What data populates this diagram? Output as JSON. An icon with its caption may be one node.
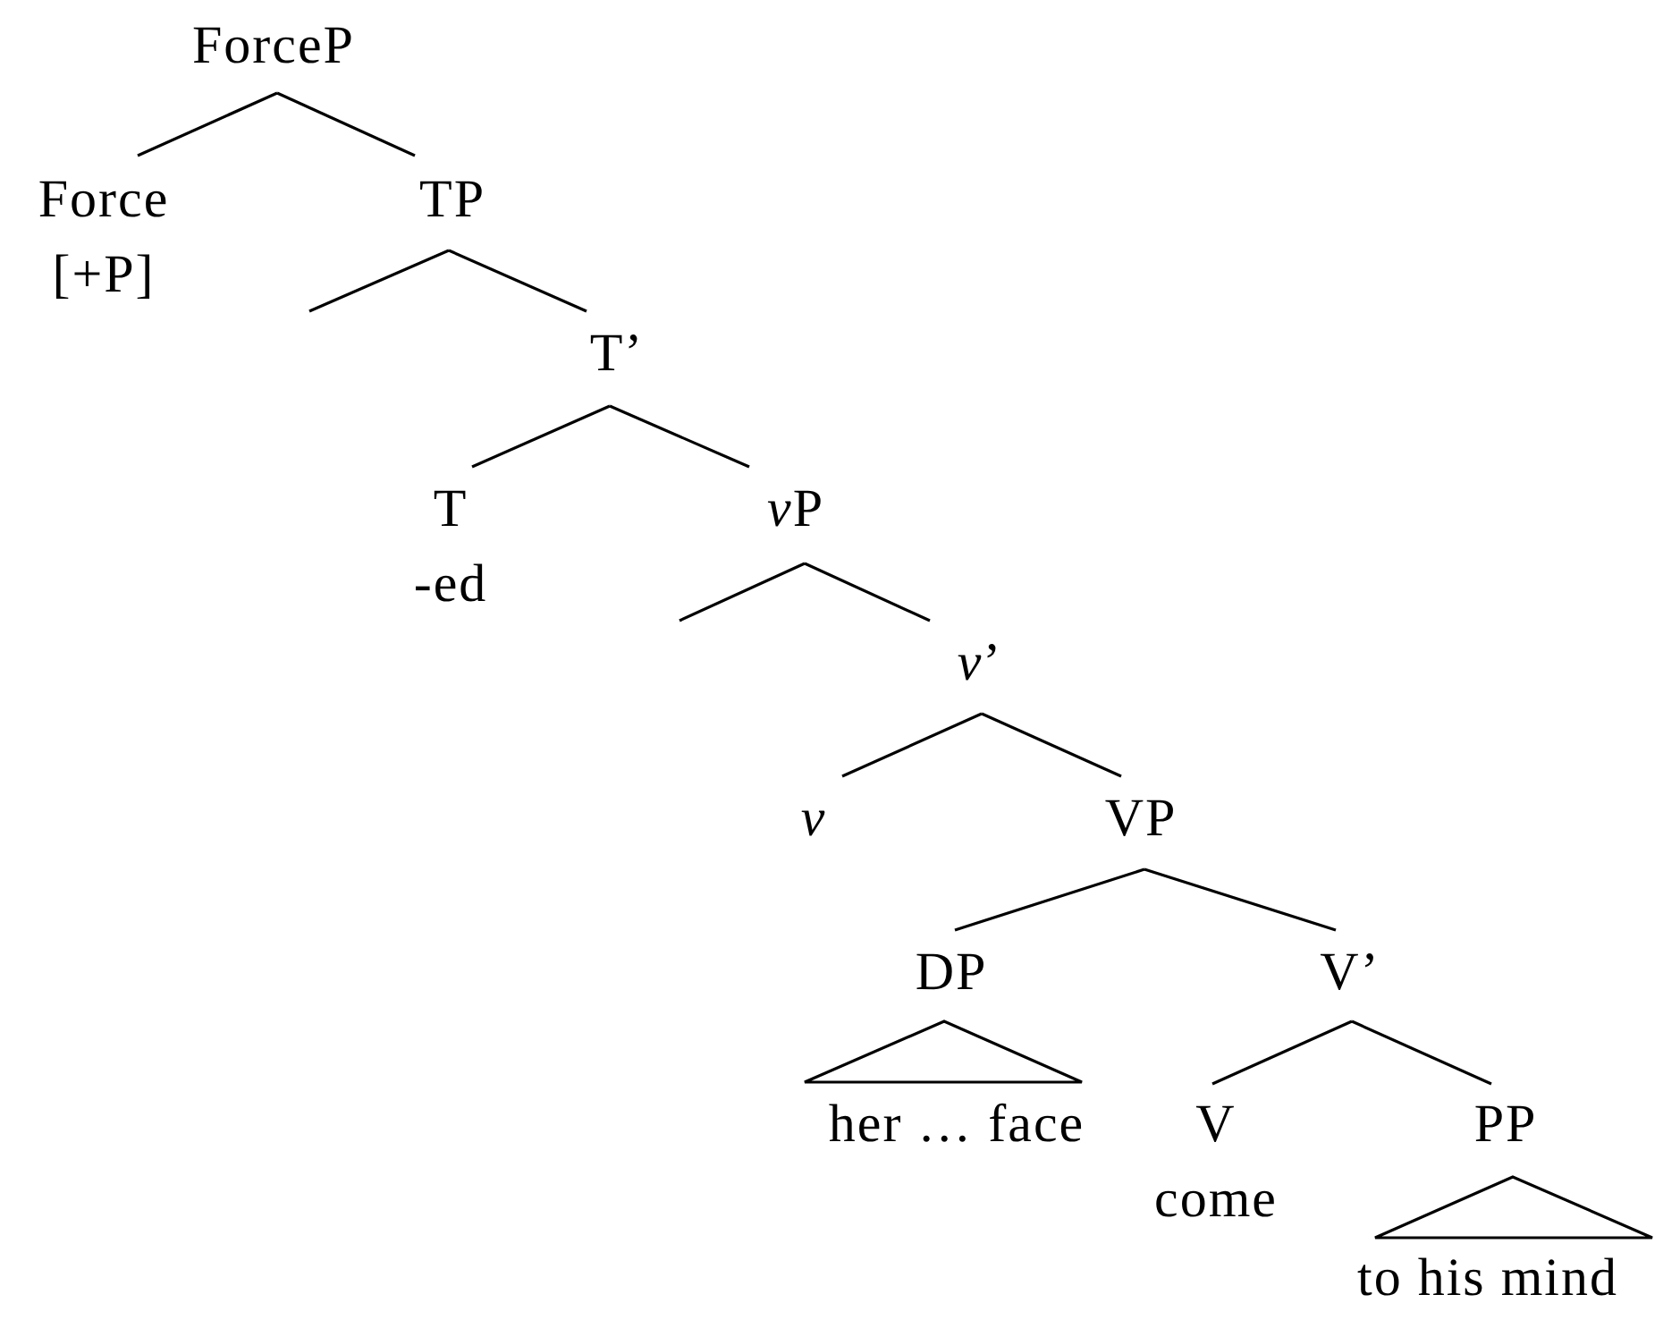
{
  "diagram": {
    "nodes": [
      {
        "text": [
          "ForceP"
        ]
      },
      {
        "text": [
          "Force",
          "[+P]"
        ]
      },
      {
        "text": [
          "TP"
        ]
      },
      {
        "text": [
          "T’"
        ]
      },
      {
        "text": [
          "T",
          "-ed"
        ]
      },
      {
        "text": [
          "vP"
        ]
      },
      {
        "text": [
          "v’"
        ]
      },
      {
        "text": [
          "v"
        ]
      },
      {
        "text": [
          "VP"
        ]
      },
      {
        "text": [
          "DP"
        ]
      },
      {
        "text": [
          "V’"
        ]
      },
      {
        "text": [
          "her … face"
        ]
      },
      {
        "text": [
          "V",
          "come"
        ]
      },
      {
        "text": [
          "PP"
        ]
      },
      {
        "text": [
          "to his mind"
        ]
      }
    ],
    "edges": [
      {
        "from": 0,
        "to": 1,
        "arrow": "none"
      },
      {
        "from": 0,
        "to": 2,
        "arrow": "none"
      },
      {
        "from": 2,
        "to": null,
        "arrow": "none"
      },
      {
        "from": 2,
        "to": 3,
        "arrow": "none"
      },
      {
        "from": 3,
        "to": 4,
        "arrow": "none"
      },
      {
        "from": 3,
        "to": 5,
        "arrow": "none"
      },
      {
        "from": 5,
        "to": null,
        "arrow": "none"
      },
      {
        "from": 5,
        "to": 6,
        "arrow": "none"
      },
      {
        "from": 6,
        "to": 7,
        "arrow": "none"
      },
      {
        "from": 6,
        "to": 8,
        "arrow": "none"
      },
      {
        "from": 8,
        "to": 9,
        "arrow": "none"
      },
      {
        "from": 8,
        "to": 10,
        "arrow": "none"
      },
      {
        "from": 9,
        "to": 11,
        "arrow": "none"
      },
      {
        "from": 10,
        "to": 12,
        "arrow": "none"
      },
      {
        "from": 10,
        "to": 13,
        "arrow": "none"
      },
      {
        "from": 13,
        "to": 14,
        "arrow": "none"
      }
    ]
  }
}
